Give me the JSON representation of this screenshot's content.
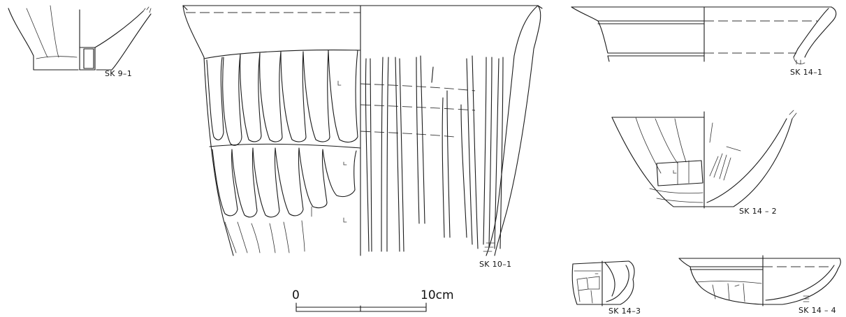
{
  "figures": [
    {
      "id": "sk9-1",
      "label": "SK 9–1"
    },
    {
      "id": "sk10-1",
      "label": "SK 10–1"
    },
    {
      "id": "sk14-1",
      "label": "SK 14–1"
    },
    {
      "id": "sk14-2",
      "label": "SK 14 – 2"
    },
    {
      "id": "sk14-3",
      "label": "SK 14–3"
    },
    {
      "id": "sk14-4",
      "label": "SK 14 – 4"
    }
  ],
  "scale_bar": {
    "start_label": "0",
    "end_label": "10cm"
  }
}
